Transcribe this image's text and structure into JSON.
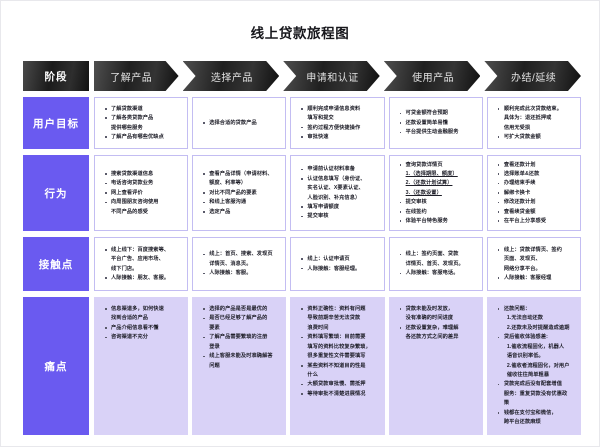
{
  "title": "线上贷款旅程图",
  "header": {
    "stage_label": "阶段",
    "stages": [
      {
        "label": "了解产品"
      },
      {
        "label": "选择产品"
      },
      {
        "label": "申请和认证"
      },
      {
        "label": "使用产品"
      },
      {
        "label": "办结/延续"
      }
    ]
  },
  "colors": {
    "accent_purple": "#6a5af0",
    "cell_border": "#c3bdf2",
    "pain_fill": "#d9d2f7",
    "header_dark": "#1b1b1b"
  },
  "rows": [
    {
      "label": "用户目标",
      "cells": [
        {
          "items": [
            {
              "text": "了解贷款渠道"
            },
            {
              "text": "了解各类贷款产品"
            },
            {
              "text": "提供哪些服务",
              "style": "noBullet"
            },
            {
              "text": "了解产品有哪些优缺点"
            }
          ]
        },
        {
          "items": [
            {
              "text": "选择合适的贷款产品"
            }
          ]
        },
        {
          "items": [
            {
              "text": "顺利完成申请信息资料"
            },
            {
              "text": "填写和提交",
              "style": "noBullet"
            },
            {
              "text": "签约过程方便快捷操作"
            },
            {
              "text": "审批快速"
            }
          ]
        },
        {
          "items": [
            {
              "text": "可贷金额符合预期"
            },
            {
              "text": "还款设置简单易懂"
            },
            {
              "text": "平台提供生动金融服务"
            }
          ]
        },
        {
          "items": [
            {
              "text": "顺利完成此次贷款结束。"
            },
            {
              "text": "具体为：退还抵押或",
              "style": "noBullet"
            },
            {
              "text": "信用无受损",
              "style": "noBullet"
            },
            {
              "text": "可扩大贷款金额"
            }
          ]
        }
      ]
    },
    {
      "label": "行为",
      "cells": [
        {
          "items": [
            {
              "text": "搜索贷款渠道信息"
            },
            {
              "text": "电话咨询贷款业务"
            },
            {
              "text": "网上查看评价"
            },
            {
              "text": "向周围朋友咨询使用"
            },
            {
              "text": "不同产品的感受",
              "style": "noBullet"
            }
          ]
        },
        {
          "items": [
            {
              "text": "查看产品详情（申请材料、"
            },
            {
              "text": "额度、利率等）",
              "style": "noBullet"
            },
            {
              "text": "对比不同产品的要素"
            },
            {
              "text": "和线上客服沟通"
            },
            {
              "text": "选定产品"
            }
          ]
        },
        {
          "items": [
            {
              "text": "申请前认证材料准备"
            },
            {
              "text": "认证信息填写（身份证、"
            },
            {
              "text": "实名认证、X要素认证、",
              "style": "noBullet"
            },
            {
              "text": "人脸识别、补充信息）",
              "style": "noBullet"
            },
            {
              "text": "填写申请额度"
            },
            {
              "text": "提交审核"
            }
          ]
        },
        {
          "items": [
            {
              "text": "查询贷款详情页"
            },
            {
              "text": "1.（选择期限、额度）",
              "style": "numbered"
            },
            {
              "text": "2.（还款计划试算）",
              "style": "numbered"
            },
            {
              "text": "3.（还款设置）",
              "style": "numbered"
            },
            {
              "text": "提交审核"
            },
            {
              "text": "在线签约"
            },
            {
              "text": "体验平台特色服务"
            }
          ]
        },
        {
          "items": [
            {
              "text": "查看还款计划"
            },
            {
              "text": "选择账单&还款"
            },
            {
              "text": "办理结束手续"
            },
            {
              "text": "解绑卡换卡"
            },
            {
              "text": "修改还款计划"
            },
            {
              "text": "查看续贷金额"
            },
            {
              "text": "在平台上分享感受"
            }
          ]
        }
      ]
    },
    {
      "label": "接触点",
      "cells": [
        {
          "items": [
            {
              "text": "线上线下：百度搜索等、"
            },
            {
              "text": "平台广告、应用市场、",
              "style": "noBullet"
            },
            {
              "text": "线下门店。",
              "style": "noBullet"
            },
            {
              "text": "人际接触：朋友、客服。"
            }
          ]
        },
        {
          "items": [
            {
              "text": "线上：首页、搜索、发现页"
            },
            {
              "text": "详情页、消息页。",
              "style": "noBullet"
            },
            {
              "text": "人际接触：客服。"
            }
          ]
        },
        {
          "items": [
            {
              "text": "线上：认证申请页"
            },
            {
              "text": "人际接触：客服经理。"
            }
          ]
        },
        {
          "items": [
            {
              "text": "线上：签约页面、贷款"
            },
            {
              "text": "详情页、首页、发现页。",
              "style": "noBullet"
            },
            {
              "text": "人际接触：客服电话。"
            }
          ]
        },
        {
          "items": [
            {
              "text": "线上：贷款详情页、签约"
            },
            {
              "text": "页面、发现页、",
              "style": "noBullet"
            },
            {
              "text": "网络分享平台。",
              "style": "noBullet"
            },
            {
              "text": "人际接触：客服经理"
            }
          ]
        }
      ]
    },
    {
      "label": "痛点",
      "cells": [
        {
          "items": [
            {
              "text": "信息渠道多，如何快速"
            },
            {
              "text": "找到合适的产品",
              "style": "noBullet"
            },
            {
              "text": "产品介绍信息看不懂"
            },
            {
              "text": "咨询渠道不充分"
            }
          ]
        },
        {
          "items": [
            {
              "text": "选择的产品是否是最优的"
            },
            {
              "text": "是否已经足够了解产品的"
            },
            {
              "text": "要素",
              "style": "noBullet"
            },
            {
              "text": "了解产品需要繁琐的注册"
            },
            {
              "text": "登录",
              "style": "noBullet"
            },
            {
              "text": "线上客服未能及时准确解答"
            },
            {
              "text": "问题",
              "style": "noBullet"
            }
          ]
        },
        {
          "items": [
            {
              "text": "资料正确性：资料有问题"
            },
            {
              "text": "导致前期辛苦无法贷款",
              "style": "noBullet"
            },
            {
              "text": "浪费时间",
              "style": "noBullet"
            },
            {
              "text": "资料填写繁琐：目前需要"
            },
            {
              "text": "填写的资料比较复杂繁琐，",
              "style": "noBullet"
            },
            {
              "text": "很多重复性文件需要填写",
              "style": "noBullet"
            },
            {
              "text": "某些资料不知道目的性是"
            },
            {
              "text": "什么",
              "style": "noBullet"
            },
            {
              "text": "大额贷款审批慢、需抵押"
            },
            {
              "text": "等待审批不清楚进展情况"
            }
          ]
        },
        {
          "items": [
            {
              "text": "贷款未能及时发放，"
            },
            {
              "text": "没有准确的时间进度",
              "style": "noBullet"
            },
            {
              "text": "还款设置复杂，难理解"
            },
            {
              "text": "各还款方式之间的差异",
              "style": "noBullet"
            }
          ]
        },
        {
          "items": [
            {
              "text": "还款问题："
            },
            {
              "text": "1.无法自动还款",
              "style": "sub"
            },
            {
              "text": "2.还款未及时提醒造成逾期",
              "style": "sub"
            },
            {
              "text": "贷后催收体验感差:"
            },
            {
              "text": "1.催收流程固化，机器人",
              "style": "sub"
            },
            {
              "text": "语音识别率低。",
              "style": "sub"
            },
            {
              "text": "2.催收者流程固化，对用户",
              "style": "sub"
            },
            {
              "text": "催收往往简单粗暴",
              "style": "sub"
            },
            {
              "text": "贷款完成后没有配套增值"
            },
            {
              "text": "服务：重复贷款没有优惠政",
              "style": "noBullet"
            },
            {
              "text": "策",
              "style": "noBullet"
            },
            {
              "text": "钱都在支付宝和微信，"
            },
            {
              "text": "跨平台还款麻烦",
              "style": "noBullet"
            }
          ]
        }
      ]
    }
  ]
}
